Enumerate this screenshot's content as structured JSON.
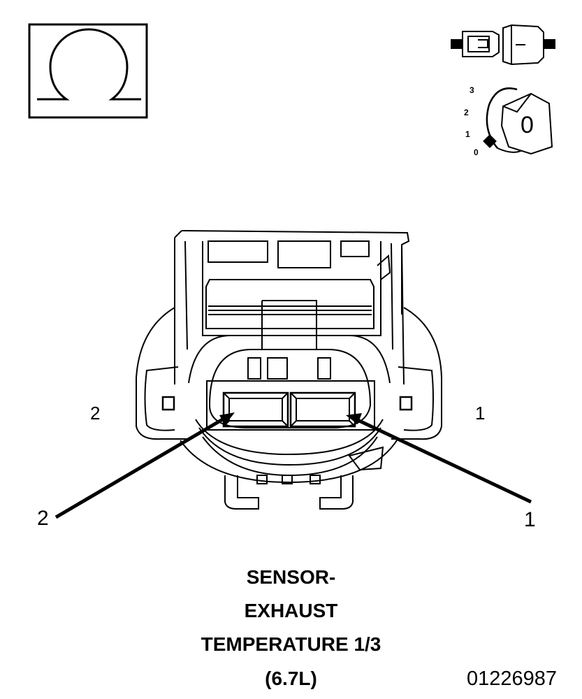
{
  "meter_icon": {
    "name": "ohm-symbol-icon"
  },
  "connector_icon": {
    "name": "connector-disconnected-icon"
  },
  "ignition_icon": {
    "name": "ignition-key-icon",
    "positions": [
      "3",
      "2",
      "1",
      "0"
    ],
    "key_label": "0"
  },
  "connector": {
    "left_side_label": "2",
    "right_side_label": "1",
    "pin_callout_left": "2",
    "pin_callout_right": "1"
  },
  "title_lines": [
    "SENSOR-",
    "EXHAUST",
    "TEMPERATURE 1/3",
    "(6.7L)"
  ],
  "figure_id": "01226987"
}
